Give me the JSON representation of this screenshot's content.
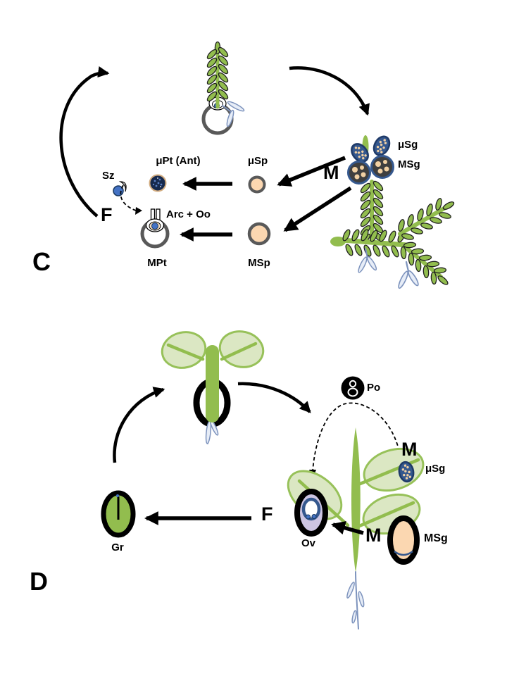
{
  "panel_c": {
    "panel_label": "C",
    "labels": {
      "microsporangium": "μSg",
      "megasporangium": "MSg",
      "meiosis": "M",
      "microspore": "μSp",
      "microprothallium": "μPt (Ant)",
      "spermatozoid": "Sz",
      "fertilization": "F",
      "archegonium_oosphere": "Arc + Oo",
      "megaprothallium": "MPt",
      "megaspore": "MSp"
    }
  },
  "panel_d": {
    "panel_label": "D",
    "labels": {
      "pollen": "Po",
      "meiosis_micro": "M",
      "microsporangium": "μSg",
      "fertilization": "F",
      "ovule": "Ov",
      "meiosis_mega": "M",
      "megasporangium": "MSg",
      "germination": "Gr"
    }
  },
  "colors": {
    "plant_green": "#92bd4e",
    "pale_leaf": "#dbe7c3",
    "leaf_edge": "#97c159",
    "peach": "#fbd7b1",
    "ring_gray": "#595959",
    "navy": "#35588e",
    "dark_sporangium": "#3f3f3f",
    "gamete_blue": "#4472c4",
    "lavender": "#cdc5e2",
    "root_fill": "#e7edf7",
    "root_stroke": "#7d93bd"
  }
}
